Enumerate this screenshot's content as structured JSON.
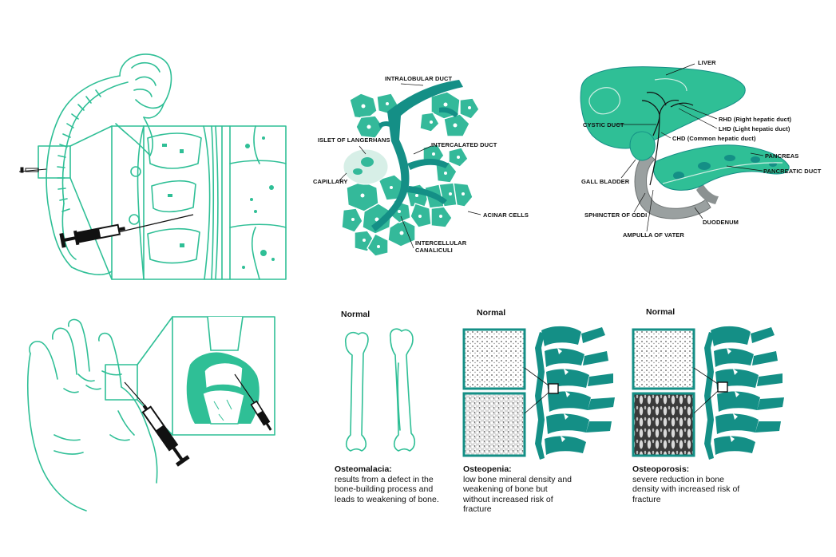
{
  "colors": {
    "accent": "#2fbf96",
    "dark_teal": "#148f86",
    "ink": "#111111",
    "light": "#cfeee4"
  },
  "icons": [
    "syringe-icon",
    "spine-figure",
    "hand-figure"
  ],
  "pancreas_labels": {
    "intralobular_duct": "INTRALOBULAR DUCT",
    "islet_of_langerhans": "ISLET OF LANGERHANS",
    "intercalated_duct": "INTERCALATED DUCT",
    "capillary": "CAPILLARY",
    "acinar_cells": "ACINAR CELLS",
    "intercellular_canaliculi_1": "INTERCELLULAR",
    "intercellular_canaliculi_2": "CANALICULI"
  },
  "liver_labels": {
    "liver": "LIVER",
    "rhd": "RHD (Right hepatic duct)",
    "lhd": "LHD (Light hepatic duct)",
    "cystic_duct": "CYSTIC DUCT",
    "chd": "CHD (Common hepatic duct)",
    "pancreas": "PANCREAS",
    "gall_bladder": "GALL BLADDER",
    "pancreatic_duct": "PANCREATIC DUCT",
    "sphincter_of_oddi": "SPHINCTER OF ODDI",
    "duodenum": "DUODENUM",
    "ampulla_of_vater": "AMPULLA OF VATER"
  },
  "bone_panels": [
    {
      "header": "Normal",
      "title": "Osteomalacia:",
      "lines": [
        "results from a defect in the",
        "bone-building process and",
        "leads to weakening of bone."
      ]
    },
    {
      "header": "Normal",
      "title": "Osteopenia:",
      "lines": [
        "low bone mineral density and",
        "weakening of bone but",
        "without increased risk of",
        "fracture"
      ]
    },
    {
      "header": "Normal",
      "title": "Osteoporosis:",
      "lines": [
        "severe reduction in bone",
        "density with increased risk of",
        "fracture"
      ]
    }
  ]
}
